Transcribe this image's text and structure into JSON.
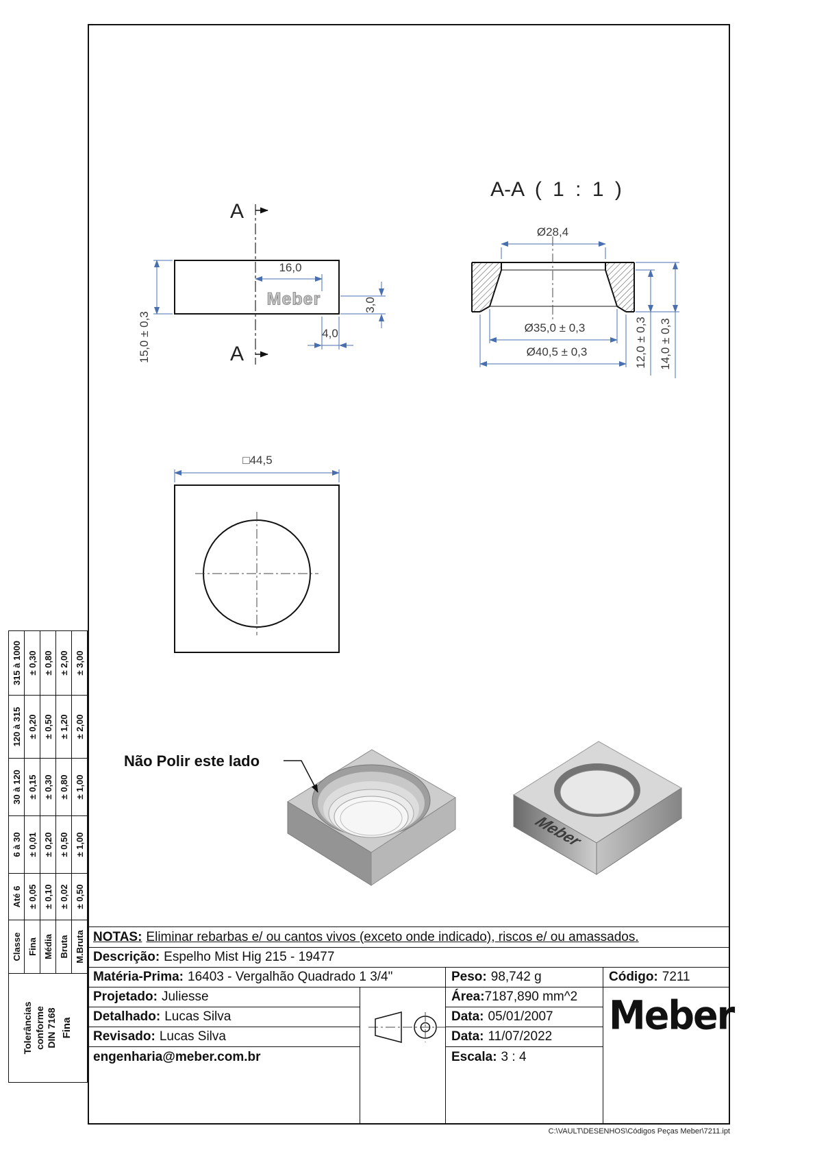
{
  "views": {
    "section_marker_top": "A",
    "section_marker_bottom": "A",
    "section_title": "A-A ( 1 : 1 )",
    "engraving_text": "Meber",
    "note_3d": "Não Polir este lado"
  },
  "dimensions": {
    "side_16": "16,0",
    "side_4": "4,0",
    "side_3": "3,0",
    "side_15": "15,0 ± 0,3",
    "sec_d28": "Ø28,4",
    "sec_d35": "Ø35,0 ± 0,3",
    "sec_d40": "Ø40,5 ± 0,3",
    "sec_12": "12,0 ± 0,3",
    "sec_14": "14,0 ± 0,3",
    "plan_sq": "□44,5"
  },
  "tolerance_table": {
    "caption_lines": [
      "Tolerâncias",
      "conforme",
      "DIN 7168",
      "Fina"
    ],
    "columns": [
      "Classe",
      "Até 6",
      "6 à 30",
      "30 à 120",
      "120 à 315",
      "315 à 1000"
    ],
    "rows": [
      [
        "Fina",
        "± 0,05",
        "± 0,01",
        "± 0,15",
        "± 0,20",
        "± 0,30"
      ],
      [
        "Média",
        "± 0,10",
        "± 0,20",
        "± 0,30",
        "± 0,50",
        "± 0,80"
      ],
      [
        "Bruta",
        "± 0,02",
        "± 0,50",
        "± 0,80",
        "± 1,20",
        "± 2,00"
      ],
      [
        "M.Bruta",
        "± 0,50",
        "± 1,00",
        "± 1,00",
        "± 2,00",
        "± 3,00"
      ]
    ]
  },
  "title_block": {
    "notas": {
      "label": "NOTAS:",
      "text": "Eliminar rebarbas e/ ou cantos vivos (exceto onde indicado), riscos e/ ou amassados."
    },
    "descricao": {
      "label": "Descrição:",
      "value": "Espelho Mist Hig 215 - 19477"
    },
    "materia_prima": {
      "label": "Matéria-Prima:",
      "value": "16403 - Vergalhão Quadrado 1 3/4\""
    },
    "peso": {
      "label": "Peso:",
      "value": "98,742 g"
    },
    "codigo": {
      "label": "Código:",
      "value": "7211"
    },
    "projetado": {
      "label": "Projetado:",
      "value": "Juliesse"
    },
    "area": {
      "label": "Área:",
      "value": "7187,890 mm^2"
    },
    "detalhado": {
      "label": "Detalhado:",
      "value": "Lucas Silva"
    },
    "data1": {
      "label": "Data:",
      "value": "05/01/2007"
    },
    "revisado": {
      "label": "Revisado:",
      "value": "Lucas Silva"
    },
    "data2": {
      "label": "Data:",
      "value": "11/07/2022"
    },
    "email": "engenharia@meber.com.br",
    "escala": {
      "label": "Escala:",
      "value": "3 : 4"
    },
    "logo": "Meber"
  },
  "footer": {
    "file_path": "C:\\VAULT\\DESENHOS\\Códigos Peças Meber\\7211.ipt"
  },
  "colors": {
    "dimension_lines": "#4a6fae",
    "geometry_lines": "#111111",
    "background": "#ffffff"
  }
}
